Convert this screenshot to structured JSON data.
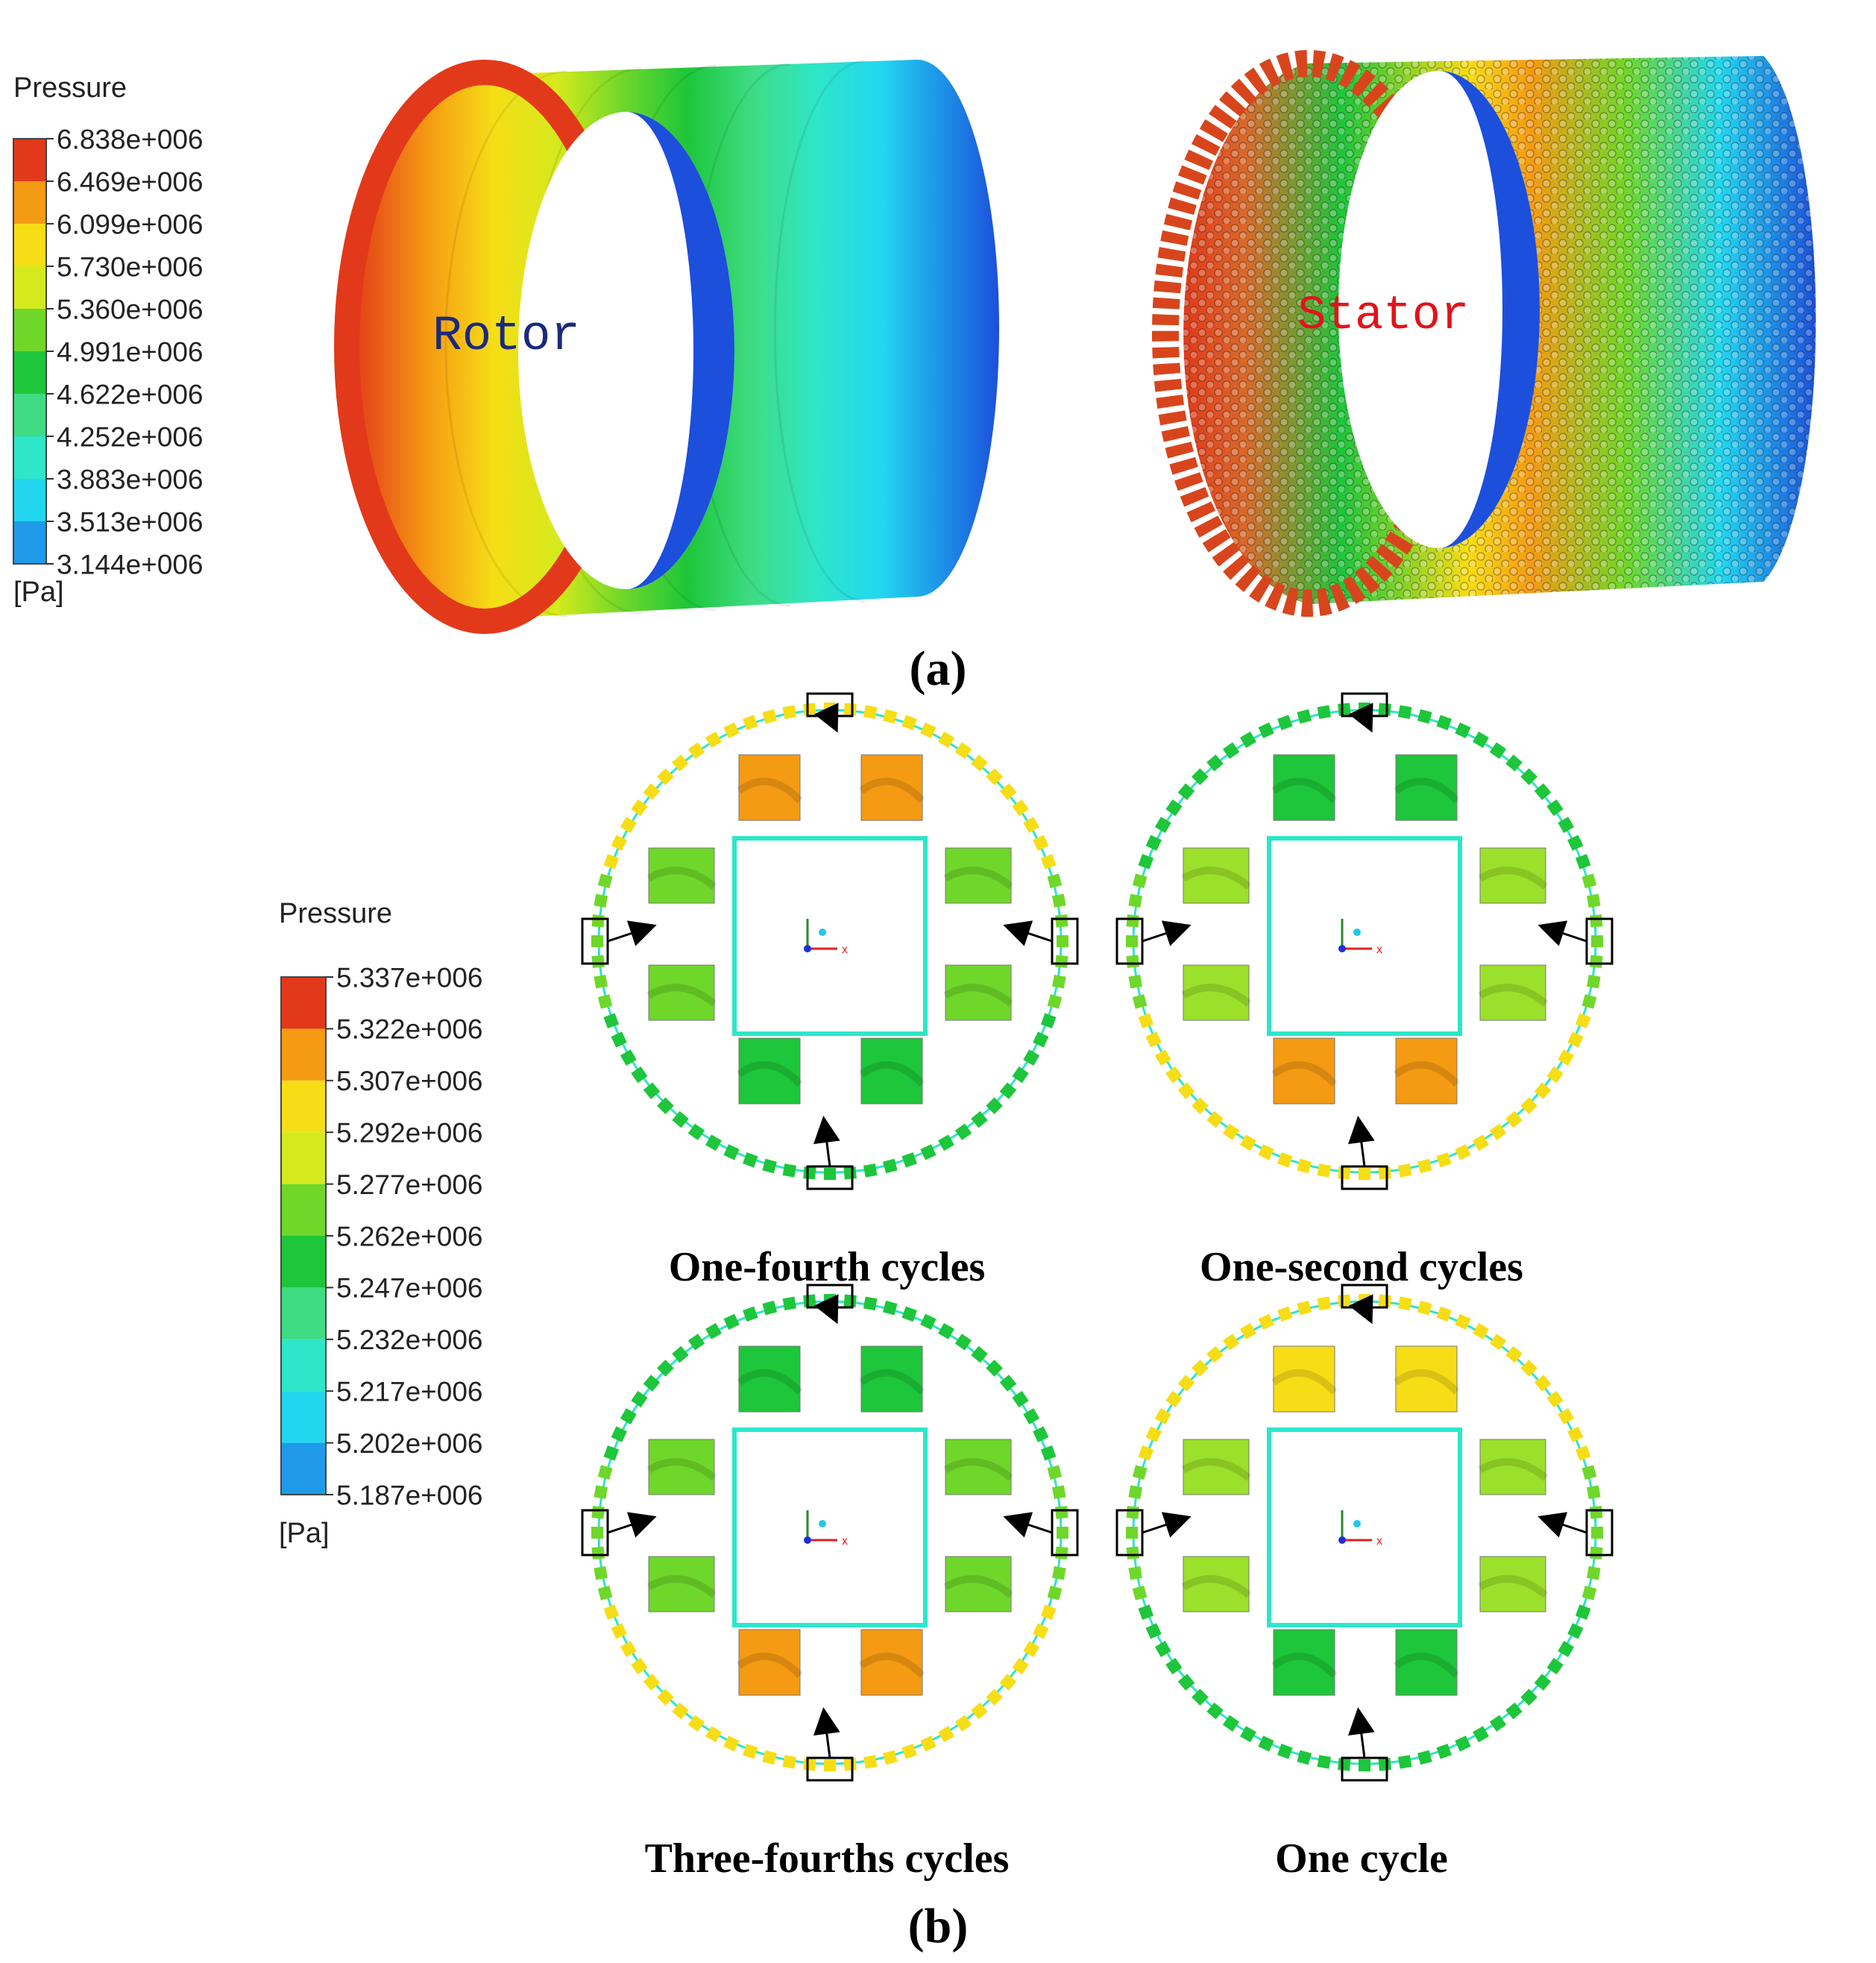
{
  "panel_a": {
    "label": "(a)",
    "legend": {
      "title": "Pressure",
      "unit": "[Pa]",
      "values": [
        "6.838e+006",
        "6.469e+006",
        "6.099e+006",
        "5.730e+006",
        "5.360e+006",
        "4.991e+006",
        "4.622e+006",
        "4.252e+006",
        "3.883e+006",
        "3.513e+006",
        "3.144e+006"
      ],
      "colors": [
        "#e2391a",
        "#f59a13",
        "#f7dd16",
        "#d4ea1c",
        "#6fd72a",
        "#1dc63a",
        "#3fdc84",
        "#2ee6c9",
        "#22d6f0",
        "#1e9ae9",
        "#1c4fdb"
      ]
    },
    "rotor_label": "Rotor",
    "stator_label": "Stator"
  },
  "panel_b": {
    "label": "(b)",
    "legend": {
      "title": "Pressure",
      "unit": "[Pa]",
      "values": [
        "5.337e+006",
        "5.322e+006",
        "5.307e+006",
        "5.292e+006",
        "5.277e+006",
        "5.262e+006",
        "5.247e+006",
        "5.232e+006",
        "5.217e+006",
        "5.202e+006",
        "5.187e+006"
      ],
      "colors": [
        "#e2391a",
        "#f59a13",
        "#f7dd16",
        "#d4ea1c",
        "#6fd72a",
        "#1dc63a",
        "#3fdc84",
        "#2ee6c9",
        "#22d6f0",
        "#1e9ae9",
        "#1c4fdb"
      ]
    },
    "axis_x_label": "x",
    "snapshots": [
      {
        "caption": "One-fourth cycles",
        "top_pads": "#f59a13",
        "bottom_pads": "#1dc63a",
        "side_pads": "#6fd72a",
        "top_ring": "#f7dd16",
        "bottom_ring": "#1dc63a"
      },
      {
        "caption": "One-second cycles",
        "top_pads": "#1dc63a",
        "bottom_pads": "#f59a13",
        "side_pads": "#9be02a",
        "top_ring": "#1dc63a",
        "bottom_ring": "#f7dd16"
      },
      {
        "caption": "Three-fourths cycles",
        "top_pads": "#1dc63a",
        "bottom_pads": "#f59a13",
        "side_pads": "#6fd72a",
        "top_ring": "#1dc63a",
        "bottom_ring": "#f7dd16"
      },
      {
        "caption": "One cycle",
        "top_pads": "#f7dd16",
        "bottom_pads": "#1dc63a",
        "side_pads": "#9be02a",
        "top_ring": "#f7dd16",
        "bottom_ring": "#1dc63a"
      }
    ]
  }
}
